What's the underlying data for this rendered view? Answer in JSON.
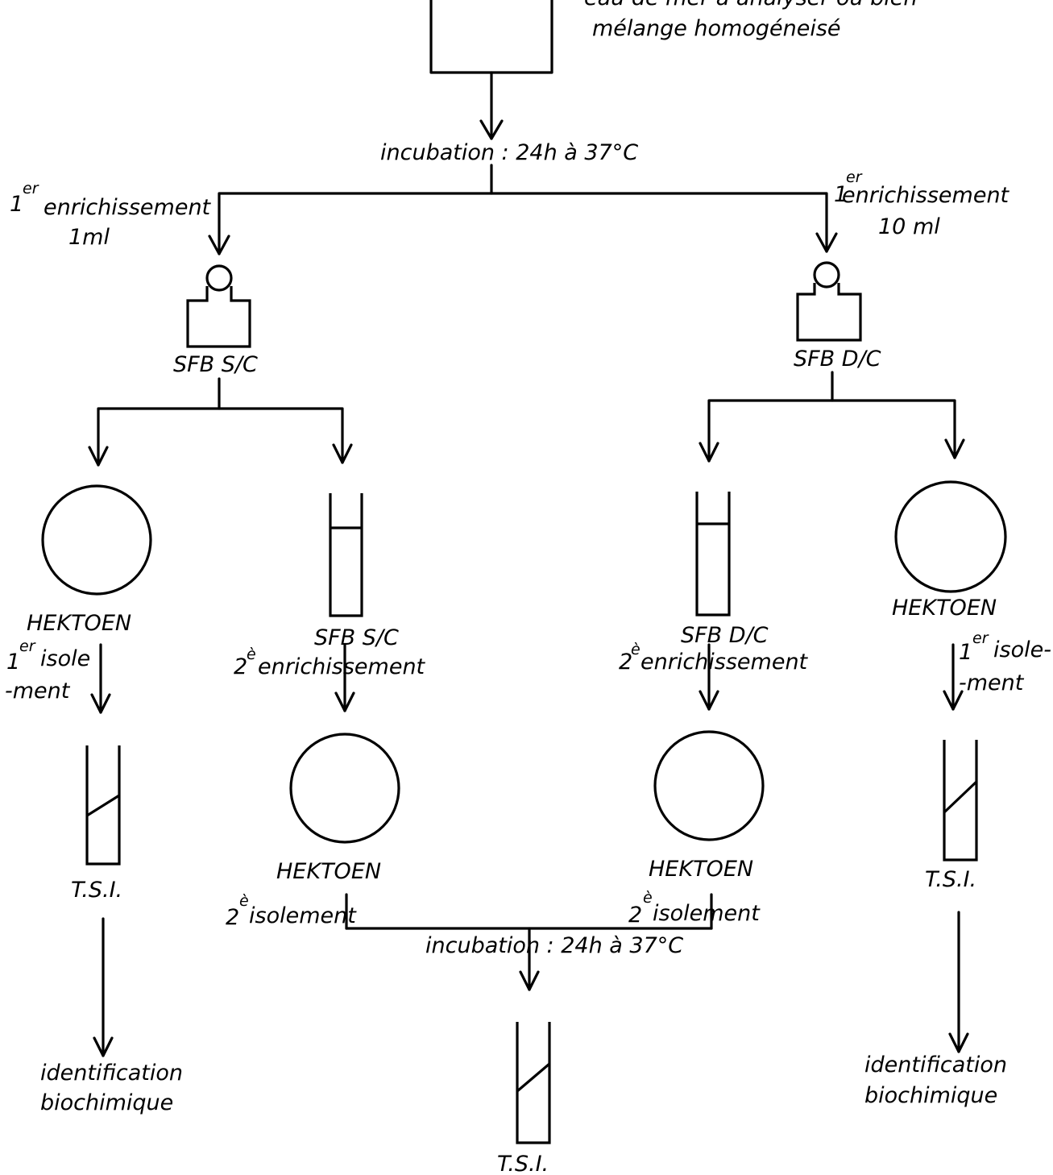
{
  "top_note": {
    "line1": "eau de mer à analyser ou bien",
    "line2": "mélange homogéneisé"
  },
  "incubation_top": "incubation : 24h à 37°C",
  "left_branch": {
    "enrichment_sup": "er",
    "enrichment_num": "1",
    "enrichment_label": "enrichissement",
    "volume": "1ml",
    "bottle_label": "SFB S/C",
    "plate1_label": "HEKTOEN",
    "isolement1_num": "1",
    "isolement1_sup": "er",
    "isolement1_line1": "isole",
    "isolement1_line2": "-ment",
    "tsi1_label": "T.S.I.",
    "identification_line1": "identification",
    "identification_line2": "biochimique",
    "tube_label": "SFB S/C",
    "enrichment2_num": "2",
    "enrichment2_sup": "è",
    "enrichment2_label": "enrichissement",
    "plate2_label": "HEKTOEN",
    "isolement2_num": "2",
    "isolement2_sup": "è",
    "isolement2_label": "isolement"
  },
  "right_branch": {
    "enrichment_sup": "er",
    "enrichment_num": "1",
    "enrichment_label": "enrichissement",
    "volume": "10 ml",
    "bottle_label": "SFB D/C",
    "plate1_label": "HEKTOEN",
    "isolement1_num": "1",
    "isolement1_sup": "er",
    "isolement1_line1": "isole-",
    "isolement1_line2": "-ment",
    "tsi1_label": "T.S.I.",
    "identification_line1": "identification",
    "identification_line2": "biochimique",
    "tube_label": "SFB D/C",
    "enrichment2_num": "2",
    "enrichment2_sup": "è",
    "enrichment2_label": "enrichissement",
    "plate2_label": "HEKTOEN",
    "isolement2_num": "2",
    "isolement2_sup": "è",
    "isolement2_label": "isolement"
  },
  "incubation_bottom": "incubation : 24h à 37°C",
  "tsi_final_label": "T.S.I."
}
